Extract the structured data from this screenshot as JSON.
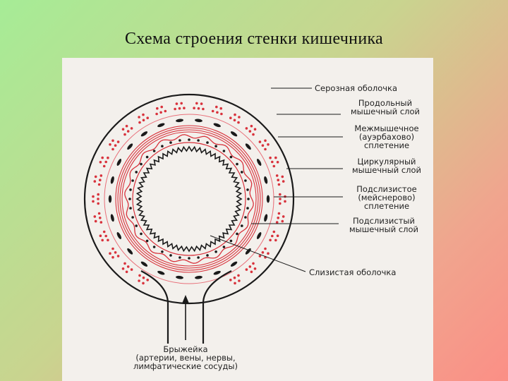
{
  "title": "Схема строения стенки кишечника",
  "diagram": {
    "labels": {
      "serous": "Серозная оболочка",
      "longitudinal_1": "Продольный",
      "longitudinal_2": "мышечный слой",
      "intermuscular_1": "Межмышечное",
      "intermuscular_2": "(ауэрбахово)",
      "intermuscular_3": "сплетение",
      "circular_1": "Циркулярный",
      "circular_2": "мышечный слой",
      "submucous_plexus_1": "Подслизистое",
      "submucous_plexus_2": "(мейснерово)",
      "submucous_plexus_3": "сплетение",
      "submucous_muscle_1": "Подслизистый",
      "submucous_muscle_2": "мышечный слой",
      "mucosa": "Слизистая оболочка",
      "mesentery_1": "Брыжейка",
      "mesentery_2": "(артерии, вены, нервы,",
      "mesentery_3": "лимфатические сосуды)"
    },
    "colors": {
      "ink": "#1a1a1a",
      "muscle_red": "#d8323c",
      "light_red": "#e8707a",
      "paper": "#f3f0ec"
    }
  }
}
